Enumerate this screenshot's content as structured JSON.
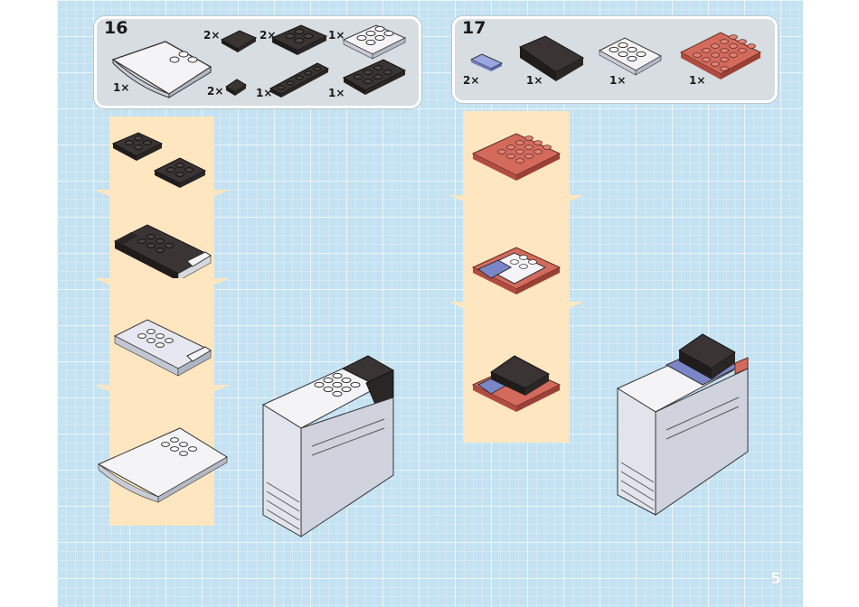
{
  "step16": {
    "number": "16",
    "quantities": {
      "slope_white": "1×",
      "slope_black_small": "2×",
      "plate_black_2x3": "2×",
      "plate_white_2x4": "1×",
      "slope_black_tiny": "2×",
      "plate_black_1x6": "1×",
      "plate_black_2x4": "1×"
    }
  },
  "step17": {
    "number": "17",
    "quantities": {
      "tile_blue": "2×",
      "slope_black_large": "1×",
      "plate_white_2x4": "1×",
      "plate_red_4x4": "1×"
    }
  },
  "page_number": "5",
  "colors": {
    "background": "#c4e2f2",
    "column": "#fde6c0",
    "parts_box": "#d7dde1",
    "brick_black": "#3a3434",
    "brick_white": "#f4f4f6",
    "brick_red": "#d46a5c",
    "brick_blue": "#7b86c8"
  }
}
